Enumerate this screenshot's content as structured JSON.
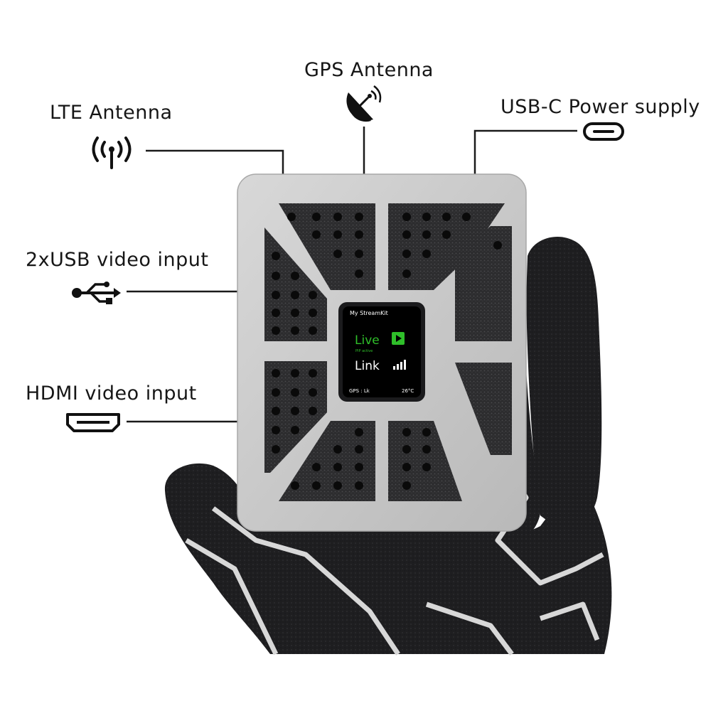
{
  "labels": {
    "lte": "LTE Antenna",
    "gps": "GPS Antenna",
    "usbc": "USB-C Power supply",
    "usb": "2xUSB video input",
    "hdmi": "HDMI video input"
  },
  "screen": {
    "brand": "My StreamKit",
    "live": "Live",
    "sub": "PIP active",
    "link": "Link",
    "gps_status": "GPS : Lk",
    "temp": "26°C"
  },
  "icons": {
    "lte": "antenna-signal-icon",
    "gps": "satellite-dish-icon",
    "usbc": "usb-c-port-icon",
    "usb": "usb-symbol-icon",
    "hdmi": "hdmi-port-icon"
  },
  "colors": {
    "line": "#1a1a1a",
    "live_green": "#2fbf2a",
    "case": "#c9c9c9",
    "glove": "#1f1f21"
  }
}
